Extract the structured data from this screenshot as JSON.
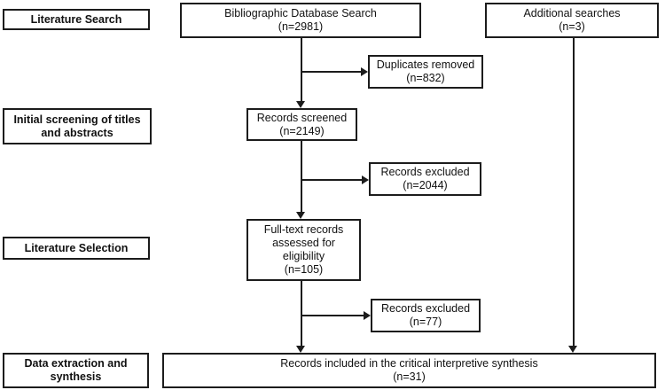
{
  "diagram": {
    "colors": {
      "background": "#ffffff",
      "line": "#1c1c1c",
      "text": "#111111"
    },
    "stage_labels": [
      {
        "label": "Literature Search"
      },
      {
        "label": "Initial screening of titles and abstracts"
      },
      {
        "label": "Literature Selection"
      },
      {
        "label": "Data extraction and synthesis"
      }
    ],
    "nodes": [
      {
        "label": "Bibliographic Database Search",
        "count": "(n=2981)"
      },
      {
        "label": "Additional searches",
        "count": "(n=3)"
      },
      {
        "label": "Duplicates removed",
        "count": "(n=832)"
      },
      {
        "label": "Records screened",
        "count": "(n=2149)"
      },
      {
        "label": "Records excluded",
        "count": "(n=2044)"
      },
      {
        "label": "Full-text records assessed for eligibility",
        "count": "(n=105)"
      },
      {
        "label": "Records excluded",
        "count": "(n=77)"
      },
      {
        "label": "Records included in the critical interpretive synthesis",
        "count": "(n=31)"
      }
    ]
  }
}
